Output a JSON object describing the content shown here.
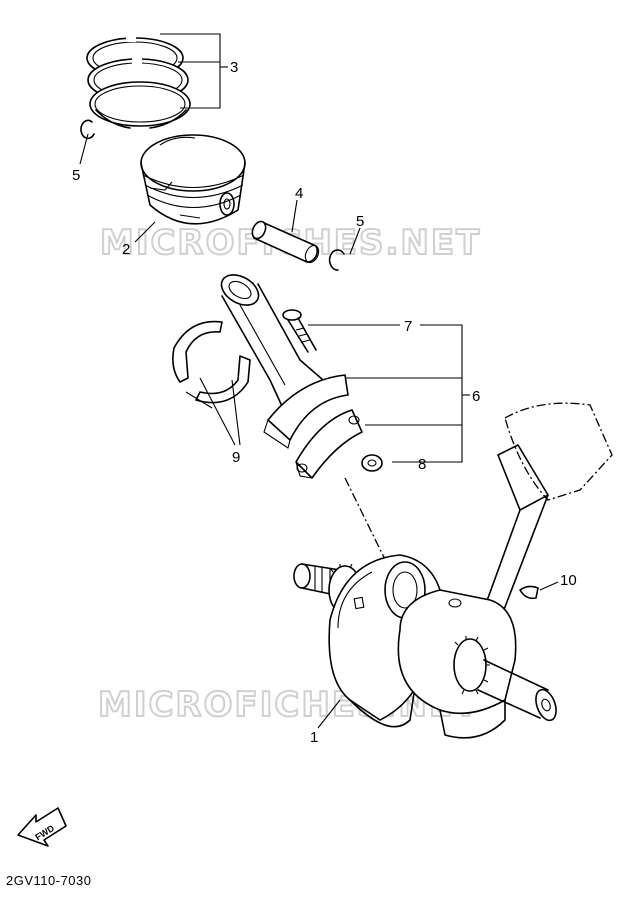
{
  "watermark": "MICROFICHES.NET",
  "callouts": {
    "c1": "1",
    "c2": "2",
    "c3": "3",
    "c4": "4",
    "c5a": "5",
    "c5b": "5",
    "c6": "6",
    "c7": "7",
    "c8": "8",
    "c9": "9",
    "c10": "10"
  },
  "fwd_label": "FWD",
  "diagram_code": "2GV110-7030",
  "parts": [
    "piston-rings",
    "piston",
    "piston-pin",
    "piston-pin-clip",
    "connecting-rod",
    "con-rod-bolt",
    "con-rod-nut",
    "big-end-bearing",
    "crankshaft",
    "woodruff-key"
  ]
}
